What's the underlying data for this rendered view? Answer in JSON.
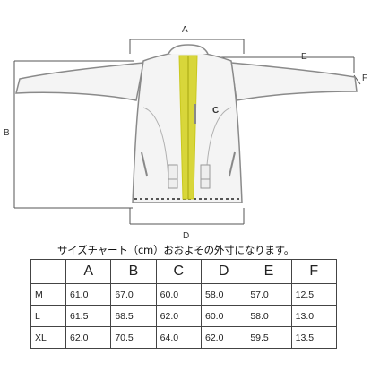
{
  "dimension_labels": {
    "a": "A",
    "b": "B",
    "c": "C",
    "d": "D",
    "e": "E",
    "f": "F"
  },
  "caption": "サイズチャート（cm）おおよその外寸になります。",
  "table": {
    "headers": [
      "",
      "A",
      "B",
      "C",
      "D",
      "E",
      "F"
    ],
    "rows": [
      {
        "size": "M",
        "values": [
          "61.0",
          "67.0",
          "60.0",
          "58.0",
          "57.0",
          "12.5"
        ]
      },
      {
        "size": "L",
        "values": [
          "61.5",
          "68.5",
          "62.0",
          "60.0",
          "58.0",
          "13.0"
        ]
      },
      {
        "size": "XL",
        "values": [
          "62.0",
          "70.5",
          "64.0",
          "62.0",
          "59.5",
          "13.5"
        ]
      }
    ]
  },
  "colors": {
    "zipper": "#c9c81e",
    "outline": "#8a8a8a",
    "dimension_line": "#555555"
  }
}
